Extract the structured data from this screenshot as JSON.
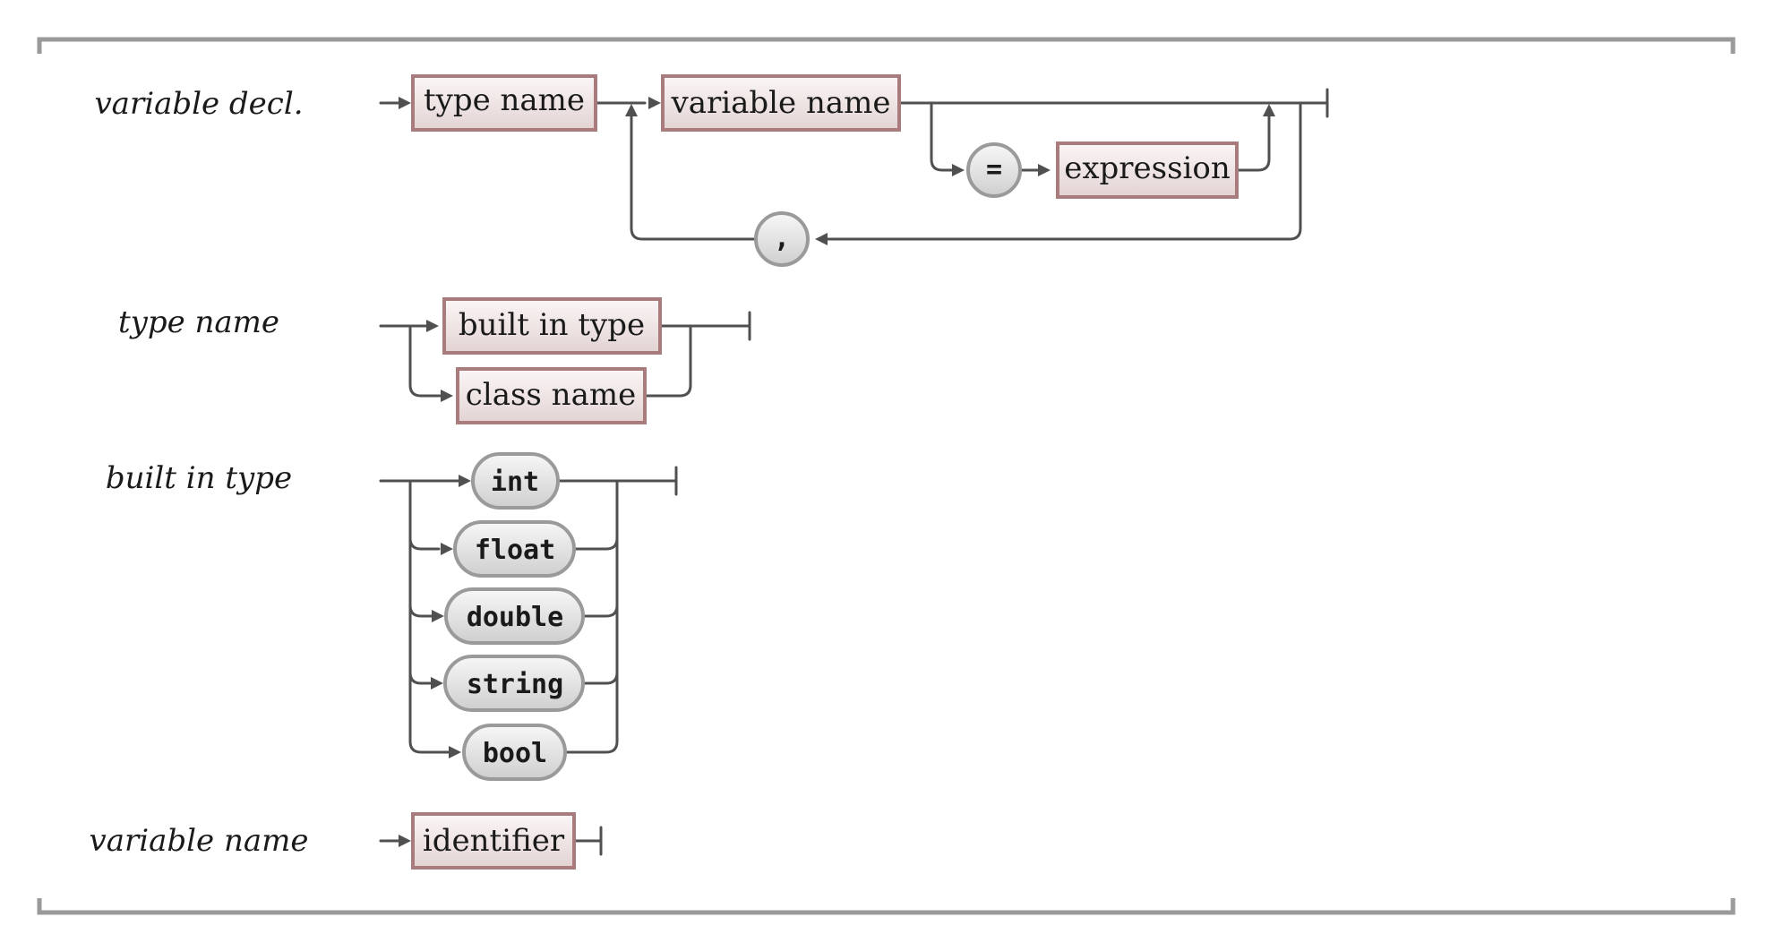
{
  "rules": {
    "variable_decl": {
      "label": "variable decl.",
      "type_name": "type name",
      "variable_name": "variable name",
      "equals": "=",
      "expression": "expression",
      "comma": ","
    },
    "type_name": {
      "label": "type name",
      "built_in_type": "built in type",
      "class_name": "class name"
    },
    "built_in_type": {
      "label": "built in type",
      "int": "int",
      "float": "float",
      "double": "double",
      "string": "string",
      "bool": "bool"
    },
    "variable_name": {
      "label": "variable name",
      "identifier": "identifier"
    }
  },
  "colors": {
    "nonterminal_border": "#a87c7c",
    "terminal_border": "#9a9a9a",
    "line": "#505050",
    "frame": "#9a9a9a"
  }
}
